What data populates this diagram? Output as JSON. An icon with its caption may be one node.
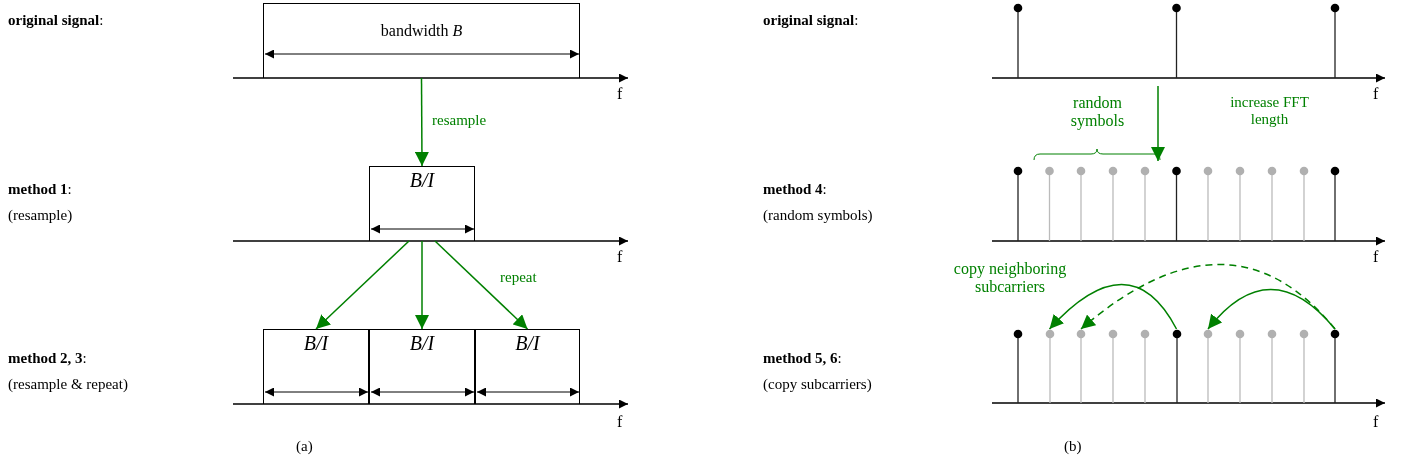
{
  "diagram": {
    "nodes": [
      {
        "text": [
          "bandwidth *B*"
        ]
      },
      {
        "text": [
          "B/I"
        ]
      },
      {
        "text": [
          "B/I"
        ]
      },
      {
        "text": [
          "B/I"
        ]
      },
      {
        "text": [
          "B/I"
        ]
      },
      {
        "text": [],
        "shape": "picture",
        "beside": [
          "f"
        ]
      },
      {
        "text": [],
        "shape": "picture",
        "beside": [
          "f"
        ]
      },
      {
        "text": [],
        "shape": "bar"
      },
      {
        "text": [],
        "shape": "bar"
      },
      {
        "text": [],
        "shape": "bar"
      },
      {
        "text": [],
        "shape": "bar"
      },
      {
        "text": [],
        "shape": "bar"
      }
    ],
    "edges": [
      {
        "from": 0,
        "to": 1,
        "arrow": "to",
        "label": "resample"
      },
      {
        "from": 1,
        "to": 2,
        "arrow": "to"
      },
      {
        "from": 1,
        "to": 3,
        "arrow": "to"
      },
      {
        "from": 1,
        "to": 4,
        "arrow": "to",
        "label": "repeat"
      },
      {
        "from": 5,
        "to": 6,
        "arrow": "to",
        "label": "increase FFT length"
      },
      {
        "from": 9,
        "to": 7,
        "arrow": "to"
      },
      {
        "from": 11,
        "to": 8,
        "arrow": "to",
        "style": "dashed"
      },
      {
        "from": 11,
        "to": 10,
        "arrow": "to"
      }
    ],
    "labels": [
      "**original signal**:",
      "**original signal**:",
      "f",
      "random symbols",
      "**method 1**:",
      "(resample)",
      "**method 4**:",
      "(random symbols)",
      "f",
      "copy neighboring subcarriers",
      "**method 2, 3**:",
      "(resample & repeat)",
      "**method 5, 6**:",
      "(copy subcarriers)",
      "f",
      "f",
      "(a)",
      "(b)"
    ]
  }
}
